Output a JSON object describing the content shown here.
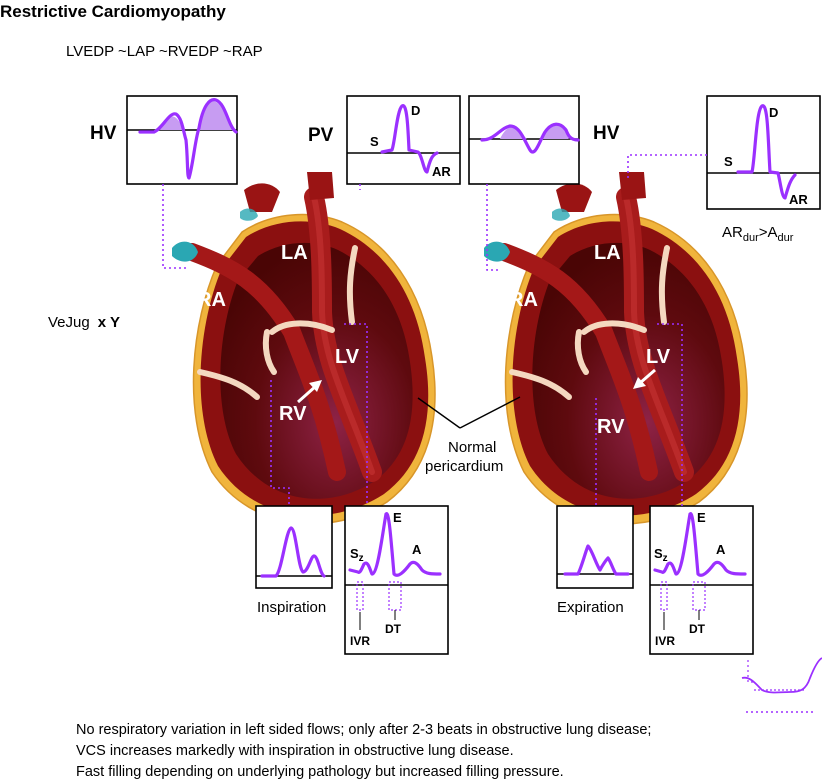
{
  "title": "Restrictive Cardiomyopathy",
  "subtitle": "LVEDP ~LAP ~RVEDP ~RAP",
  "side_label": "VeJug",
  "side_label_bold": "x Y",
  "chambers": {
    "ra": "RA",
    "la": "LA",
    "lv": "LV",
    "rv": "RV"
  },
  "panels": {
    "hv_left": "HV",
    "pv": "PV",
    "hv_right": "HV",
    "pv_s": "S",
    "pv_d": "D",
    "pv_ar": "AR",
    "hv2_s": "S",
    "hv2_d": "D",
    "hv2_ar": "AR",
    "ar_main": "AR",
    "ar_sub": "dur",
    "ar_gt": ">A",
    "a_sub": "dur"
  },
  "pericardium_label_1": "Normal",
  "pericardium_label_2": "pericardium",
  "inspiration_label": "Inspiration",
  "expiration_label": "Expiration",
  "mitral_left": {
    "s": "S",
    "s_sub": "z",
    "e": "E",
    "a": "A",
    "ivr": "IVR",
    "dt": "DT"
  },
  "mitral_right": {
    "s": "S",
    "s_sub": "z",
    "e": "E",
    "a": "A",
    "ivr": "IVR",
    "dt": "DT"
  },
  "notes": [
    "No respiratory variation in left sided flows; only after 2-3 beats in obstructive lung disease;",
    "VCS increases markedly with inspiration in obstructive lung disease.",
    "Fast filling depending on underlying pathology but increased filling pressure."
  ],
  "colors": {
    "wave": "#9b30ff",
    "heart_outer": "#8b1010",
    "heart_inner": "#5a0606",
    "pericardium": "#f0b43c",
    "valve": "#f4d8c0",
    "vessel_teal": "#2aa7b3"
  }
}
